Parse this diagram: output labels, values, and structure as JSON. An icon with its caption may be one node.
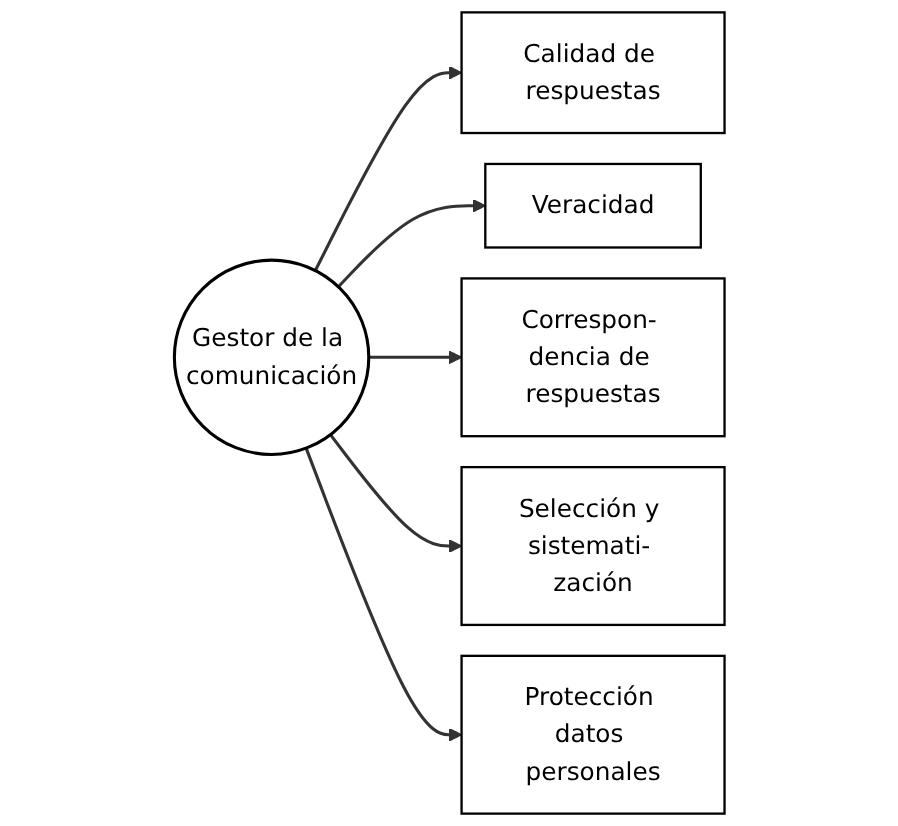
{
  "diagram": {
    "nodes": [
      {
        "text": [
          "Calidad de respuestas"
        ]
      },
      {
        "text": [
          "Veracidad"
        ]
      },
      {
        "text": [
          "Gestor de la comunicación"
        ]
      },
      {
        "text": [
          "Correspon- dencia de respuestas"
        ]
      },
      {
        "text": [
          "Selección y sistemati- zación"
        ]
      },
      {
        "text": [
          "Protección datos personales"
        ]
      }
    ],
    "edges": [
      {
        "from": 2,
        "to": 0,
        "arrow": "to"
      },
      {
        "from": 2,
        "to": 1,
        "arrow": "to"
      },
      {
        "from": 2,
        "to": 3,
        "arrow": "to"
      },
      {
        "from": 2,
        "to": 4,
        "arrow": "to"
      },
      {
        "from": 2,
        "to": 5,
        "arrow": "to"
      }
    ]
  }
}
